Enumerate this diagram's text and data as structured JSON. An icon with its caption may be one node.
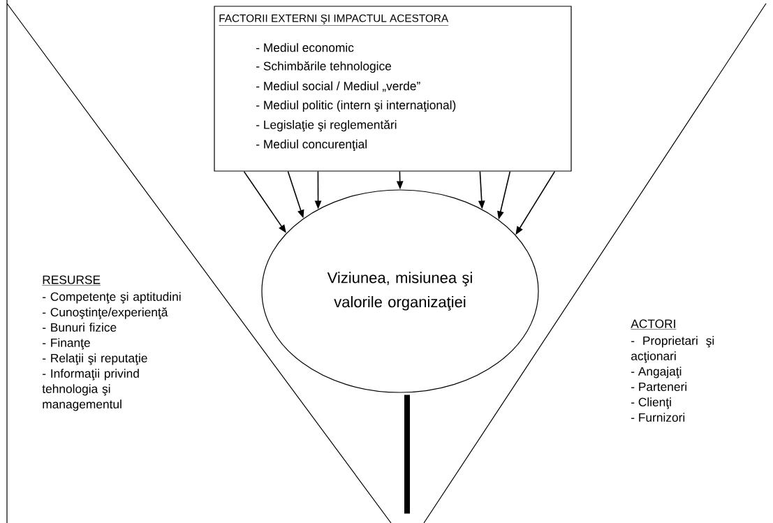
{
  "diagram": {
    "nodes": [
      {
        "text": [
          "FACTORII EXTERNI ŞI IMPACTUL ACESTORA",
          "- Mediul economic",
          "- Schimbările tehnologice",
          "- Mediul social / Mediul „verde”",
          "- Mediul politic (intern şi internaţional)",
          "- Legislaţie şi reglementări",
          "- Mediul concurenţial"
        ]
      },
      {
        "text": [
          "Viziunea, misiunea şi valorile organizaţiei"
        ]
      }
    ],
    "edges": [
      {
        "from": 0,
        "to": 1,
        "arrow": "to"
      },
      {
        "from": 0,
        "to": 1,
        "arrow": "to"
      },
      {
        "from": 0,
        "to": 1,
        "arrow": "to"
      },
      {
        "from": 0,
        "to": 1,
        "arrow": "to"
      },
      {
        "from": 0,
        "to": 1,
        "arrow": "to"
      },
      {
        "from": 0,
        "to": 1,
        "arrow": "to"
      },
      {
        "from": 0,
        "to": 1,
        "arrow": "to"
      },
      {
        "from": 1,
        "to": null,
        "arrow": "none",
        "style": "thick"
      }
    ],
    "labels": [
      "RESURSE",
      "- Competenţe şi aptitudini",
      "- Cunoştinţe/experienţă",
      "- Bunuri fizice",
      "- Finanţe",
      "- Relaţii şi reputaţie",
      "- Informaţii privind tehnologia şi managementul",
      "ACTORI",
      "- Proprietari şi acţionari",
      "- Angajaţi",
      "- Parteneri",
      "- Clienţi",
      "- Furnizori"
    ]
  }
}
